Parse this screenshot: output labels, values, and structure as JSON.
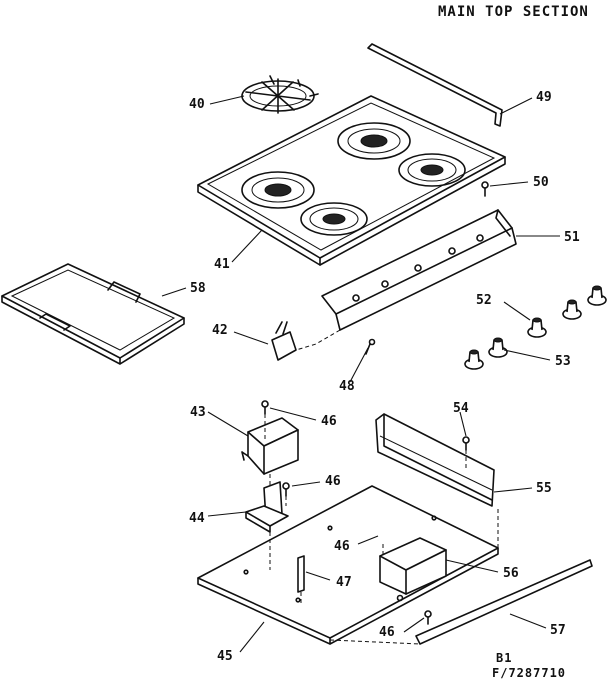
{
  "title": "MAIN TOP SECTION",
  "code_line1": "B1",
  "code_line2": "F/7287710",
  "labels": {
    "p40": "40",
    "p41": "41",
    "p42": "42",
    "p43": "43",
    "p44": "44",
    "p45": "45",
    "p46a": "46",
    "p46b": "46",
    "p46c": "46",
    "p46d": "46",
    "p47": "47",
    "p48": "48",
    "p49": "49",
    "p50": "50",
    "p51": "51",
    "p52": "52",
    "p53": "53",
    "p54": "54",
    "p55": "55",
    "p56": "56",
    "p57": "57",
    "p58": "58"
  }
}
